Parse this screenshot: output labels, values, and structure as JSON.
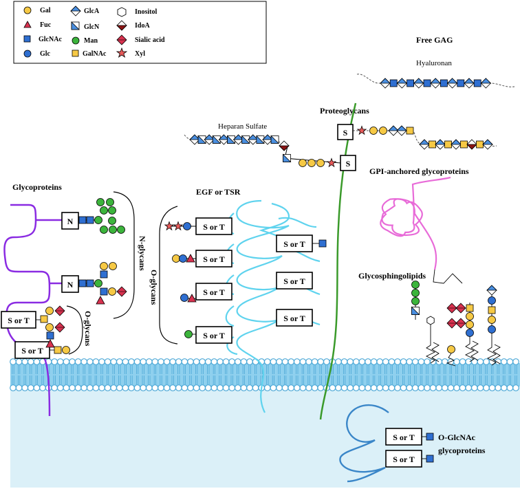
{
  "legend": {
    "items": [
      {
        "symbol": "gal-circle",
        "label": "Gal",
        "color": "#f6c945"
      },
      {
        "symbol": "fuc-triangle",
        "label": "Fuc",
        "color": "#d8324f"
      },
      {
        "symbol": "glcnac-square",
        "label": "GlcNAc",
        "color": "#2f6fd1"
      },
      {
        "symbol": "glc-circle",
        "label": "Glc",
        "color": "#2f6fd1"
      },
      {
        "symbol": "glca-diamond",
        "label": "GlcA",
        "color": "#4a8fe0"
      },
      {
        "symbol": "glcn-square",
        "label": "GlcN",
        "color": "#4a8fe0"
      },
      {
        "symbol": "man-circle",
        "label": "Man",
        "color": "#3cb43c"
      },
      {
        "symbol": "galnac-square",
        "label": "GalNAc",
        "color": "#f6c945"
      },
      {
        "symbol": "inositol-hexagon",
        "label": "Inositol",
        "color": "#ffffff"
      },
      {
        "symbol": "idoa-diamond",
        "label": "IdoA",
        "color": "#8a1414"
      },
      {
        "symbol": "sialic-diamond",
        "label": "Sialic acid",
        "color": "#d8324f"
      },
      {
        "symbol": "xyl-star",
        "label": "Xyl",
        "color": "#e85a5a"
      }
    ]
  },
  "labels": {
    "free_gag": "Free GAG",
    "hyaluronan": "Hyaluronan",
    "proteoglycans": "Proteoglycans",
    "heparan_sulfate": "Heparan Sulfate",
    "gpi": "GPI-anchored glycoproteins",
    "glycoproteins": "Glycoproteins",
    "egf_tsr": "EGF or TSR",
    "n_glycans": "N-glycans",
    "o_glycans_center": "O-glycans",
    "o_glycans_left": "O-glycans",
    "glycosphingolipids": "Glycosphingolipids",
    "o_glcnac": "O-GlcNAc",
    "o_glcnac_2": "glycoproteins"
  },
  "boxes": {
    "n": "N",
    "s": "S",
    "st": "S or T"
  },
  "colors": {
    "membrane": "#8fd0ee",
    "cytoplasm": "#dbf0f8",
    "glycoprotein_chain": "#8a2be2",
    "egf_chain": "#5fd3ee",
    "proteoglycan_chain": "#3a9a2a",
    "gpi_chain": "#e86bd8",
    "o_glcnac_chain": "#3a86c8"
  }
}
